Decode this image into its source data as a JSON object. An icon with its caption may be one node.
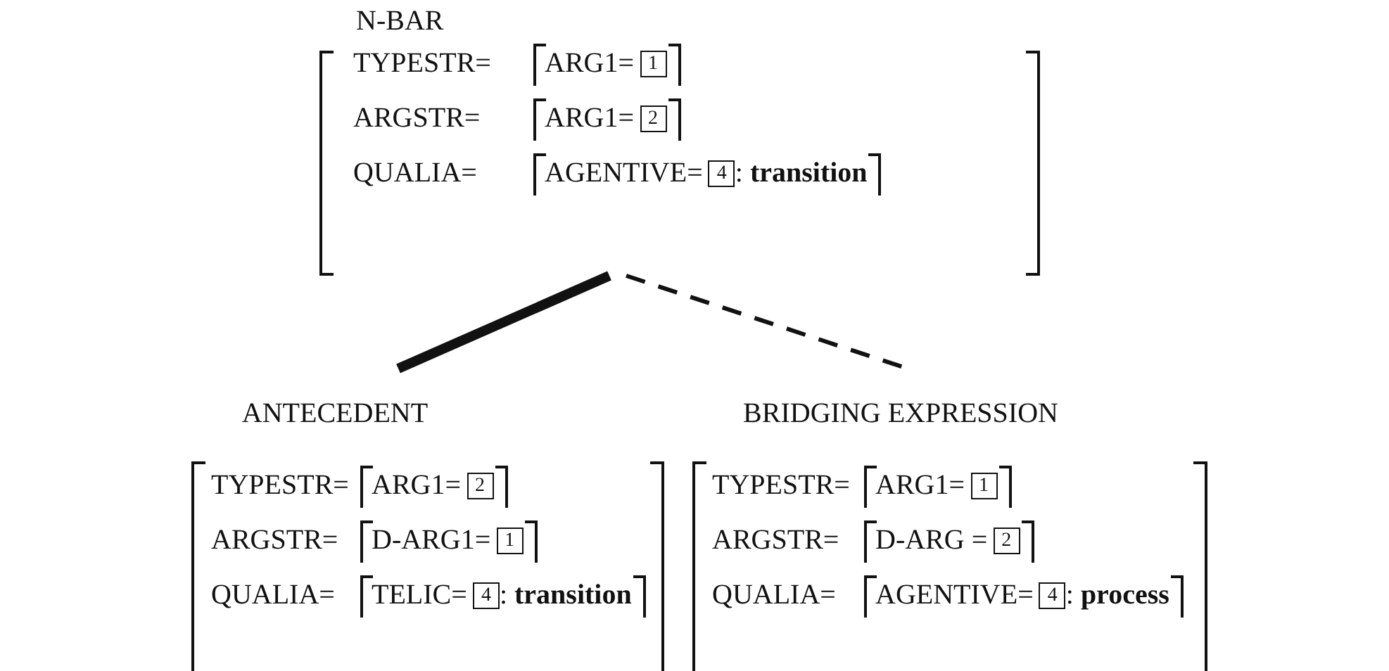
{
  "diagram": {
    "nodes": [
      {
        "text": [
          "N-BAR",
          "TYPESTR=",
          "ARG1=",
          "1",
          "ARGSTR=",
          "ARG1=",
          "2",
          "QUALIA=",
          "AGENTIVE=",
          "4",
          ": **transition**"
        ]
      },
      {
        "text": [
          "ANTECEDENT"
        ]
      },
      {
        "text": [
          "BRIDGING EXPRESSION"
        ]
      },
      {
        "text": [
          "TYPESTR=",
          "ARG1=",
          "2",
          "ARGSTR=",
          "D-ARG1=",
          "1",
          "QUALIA=",
          "TELIC=",
          "4",
          ": **transition**"
        ]
      },
      {
        "text": [
          "TYPESTR=",
          "ARG1=",
          "1",
          "ARGSTR=",
          "D-ARG =",
          "2",
          "QUALIA=",
          "AGENTIVE=",
          "4",
          ": **process**"
        ]
      }
    ],
    "edges": [
      {
        "from": 0,
        "to": 1,
        "arrow": "none",
        "style": "thick"
      },
      {
        "from": 0,
        "to": 2,
        "arrow": "none",
        "style": "dashed"
      }
    ]
  }
}
